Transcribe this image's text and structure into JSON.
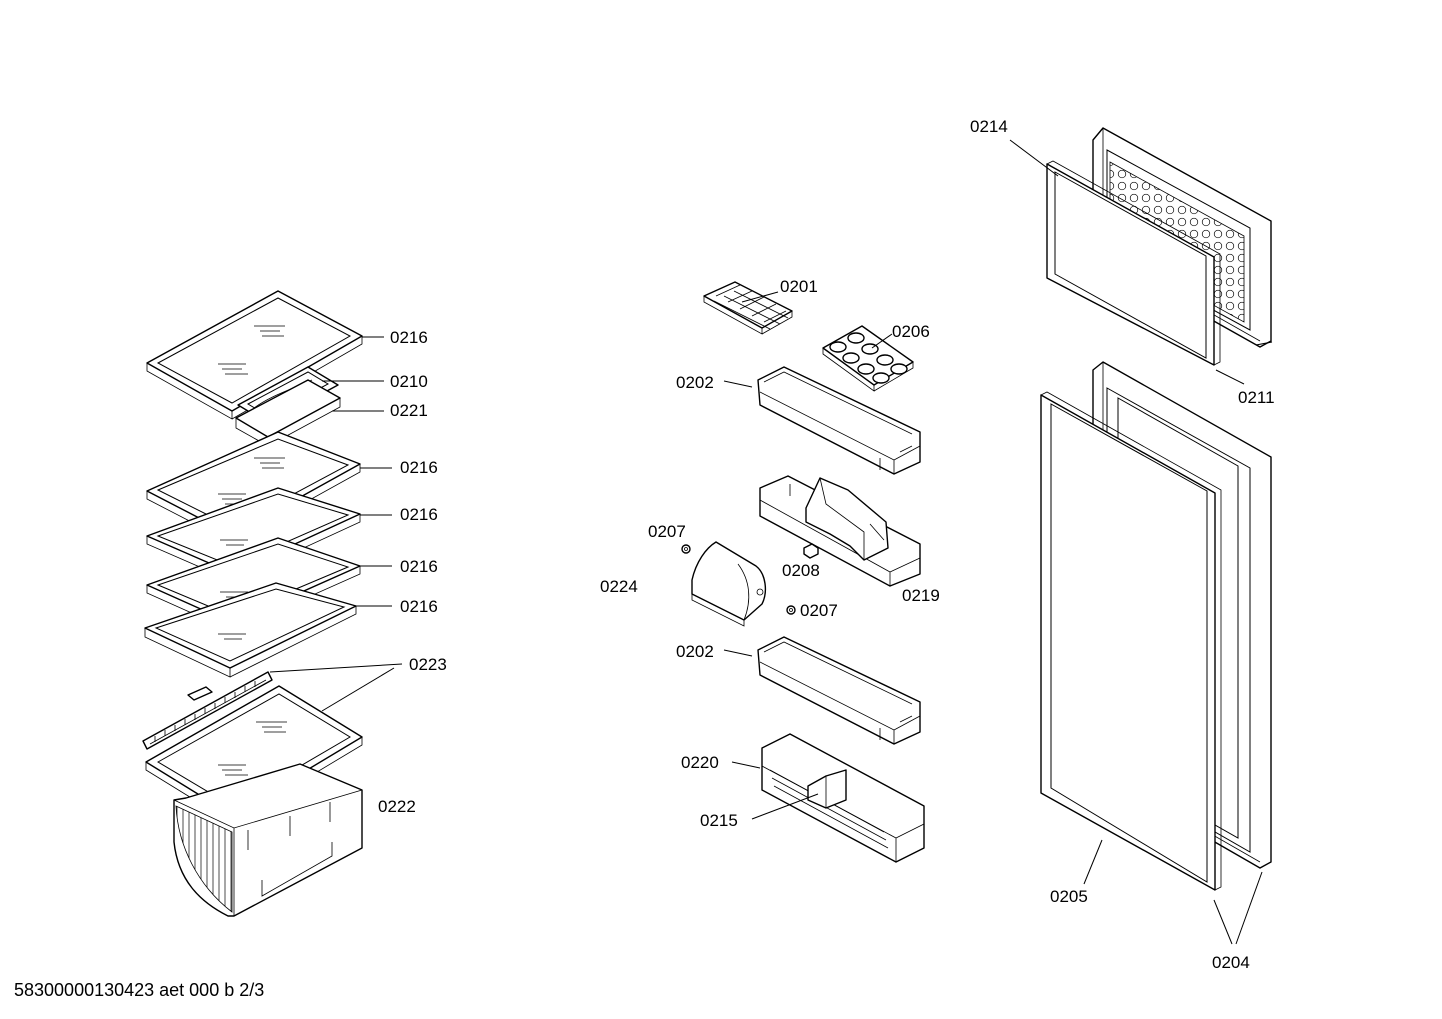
{
  "callouts": {
    "shelf_top": "0216",
    "chiller_tray": "0210",
    "chiller_frame": "0221",
    "shelf_2": "0216",
    "shelf_3": "0216",
    "shelf_4": "0216",
    "shelf_5": "0216",
    "rail_strip": "0223",
    "crisper_box": "0222",
    "ice_tray": "0201",
    "egg_tray": "0206",
    "door_shelf_top": "0202",
    "plug_left": "0207",
    "flap": "0224",
    "clip": "0208",
    "door_shelf_mid": "0219",
    "plug_right": "0207",
    "door_shelf_lower": "0202",
    "bottle_shelf": "0220",
    "bottle_divider": "0215",
    "freezer_gasket": "0214",
    "freezer_door": "0211",
    "fridge_gasket": "0205",
    "fridge_door": "0204"
  },
  "footer": {
    "drawing_code": "58300000130423 aet 000 b 2/3"
  }
}
